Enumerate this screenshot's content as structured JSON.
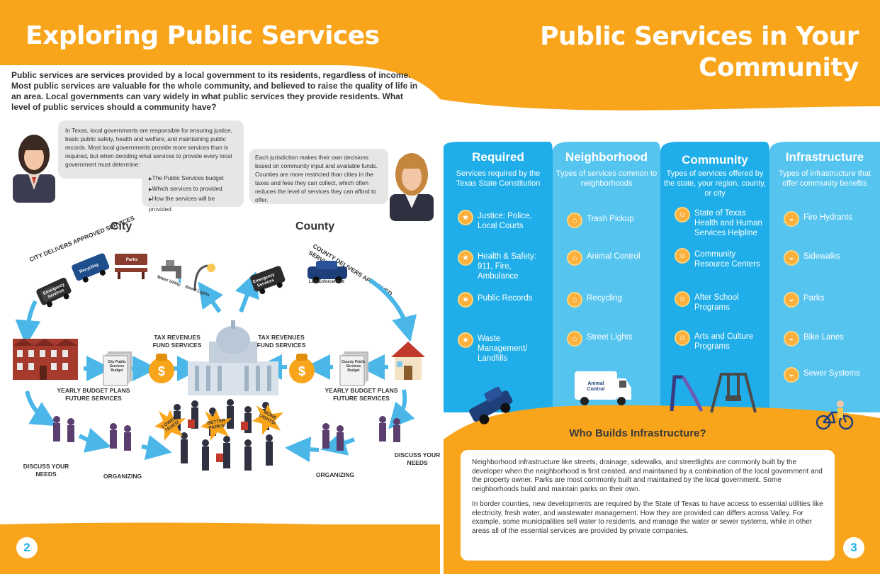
{
  "left_page": {
    "title": "Exploring Public Services",
    "intro": "Public services are services provided by a local government to its residents, regardless of income. Most public services are valuable for the whole community, and believed to raise the quality of life in an area. Local governments can vary widely in what public services they provide residents. What level of public services should a community have?",
    "bubble_left": {
      "text": "In Texas, local governments are responsible for ensuring justice, basic public safety, health and welfare, and maintaining public records. Most local governments provide more services than is required, but when deciding what services to provide every local government must determine:",
      "items": [
        "The Public Services budget",
        "Which services to provided",
        "How the services will be provided"
      ]
    },
    "bubble_right": {
      "text": "Each jurisdiction makes their own decisions based on community input and available funds. Counties are more restricted than cities in the taxes and fees they can collect, which often reduces the level of services they can afford to offer."
    },
    "diagram": {
      "city_label": "City",
      "county_label": "County",
      "city_arc": "CITY DELIVERS APPROVED SERVICES",
      "county_arc": "COUNTY DELIVERS APPROVED SERVICES",
      "city_budget_doc": "City Public Services Budget",
      "county_budget_doc": "County Public Services Budget",
      "tax_revenues_left": "TAX REVENUES FUND SERVICES",
      "tax_revenues_right": "TAX REVENUES FUND SERVICES",
      "budget_plans_left": "YEARLY BUDGET PLANS FUTURE SERVICES",
      "budget_plans_right": "YEARLY BUDGET PLANS FUTURE SERVICES",
      "discuss_left": "DISCUSS YOUR NEEDS",
      "discuss_right": "DISCUSS YOUR NEEDS",
      "organizing_left": "ORGANIZING",
      "organizing_right": "ORGANIZING",
      "vehicle_emergency": "Emergency Services",
      "vehicle_recycling": "Recycling",
      "bench_parks": "Parks",
      "water_utility": "Water Utility",
      "street_lights": "Street Lights",
      "law_enforcement": "Law Enforcement",
      "sign_lower_taxes": "LOWER TAXES!",
      "sign_better_parks": "BETTER PARKS!",
      "sign_more_lights": "MORE LIGHTS!"
    },
    "page_number": "2"
  },
  "right_page": {
    "title_line1": "Public Services in Your",
    "title_line2": "Community",
    "columns": [
      {
        "heading": "Required",
        "subtitle": "Services required by the Texas State Constitution",
        "items": [
          "Justice: Police, Local Courts",
          "Health & Safety: 911, Fire, Ambulance",
          "Public Records",
          "Waste Management/ Landfills"
        ]
      },
      {
        "heading": "Neighborhood",
        "subtitle": "Types of services common to neighborhoods",
        "items": [
          "Trash Pickup",
          "Animal Control",
          "Recycling",
          "Street Lights"
        ]
      },
      {
        "heading": "Community",
        "subtitle": "Types of services offered by the state, your region, county, or city",
        "items": [
          "State of Texas Health and Human Services Helpline",
          "Community Resource Centers",
          "After School Programs",
          "Arts and Culture Programs"
        ]
      },
      {
        "heading": "Infrastructure",
        "subtitle": "Types of infrastructure that offer community benefits",
        "items": [
          "Fire Hydrants",
          "Sidewalks",
          "Parks",
          "Bike Lanes",
          "Sewer Systems"
        ]
      }
    ],
    "animal_control_van": "Animal Control",
    "who_builds": {
      "heading": "Who Builds Infrastructure?",
      "paragraph1": "Neighborhood infrastructure like streets, drainage, sidewalks, and streetlights are commonly built by the developer when the neighborhood is first created, and maintained by a combination of the local government and the property owner. Parks are most commonly built and maintained by the local government. Some neighborhoods build and maintain parks on their own.",
      "paragraph2": "In border counties, new developments are required by the State of Texas to have access to essential utilities like electricity, fresh water, and wastewater management. How they are provided can differs across Valley. For example, some municipalities sell water to residents, and manage the water or sewer systems, while in other areas all of the essential services are provided by private companies."
    },
    "page_number": "3"
  },
  "colors": {
    "orange": "#f9a51c",
    "blue_dark": "#1faee9",
    "blue_light": "#55c5f0",
    "badge": "#fbb03b"
  }
}
